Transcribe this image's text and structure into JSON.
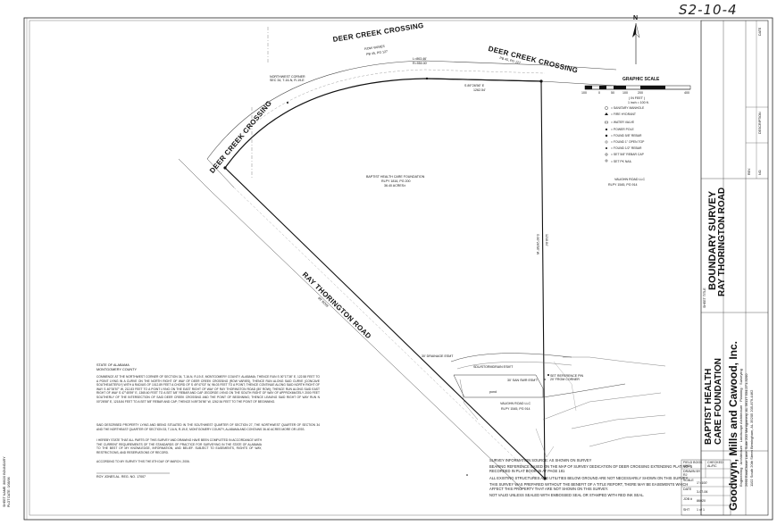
{
  "sheet_id": "S2-10-4",
  "roads": {
    "deer_creek_top": "DEER CREEK CROSSING",
    "deer_creek_top_row": "ROW VARIES",
    "deer_creek_top_pb": "PB 45, PG 127",
    "deer_creek_right": "DEER CREEK CROSSING",
    "deer_creek_right_pb": "PB 45, PG 127",
    "deer_creek_left": "DEER CREEK CROSSING",
    "ray_thorington": "RAY THORINGTON ROAD",
    "ray_thorington_row": "80' ROW"
  },
  "parcels": {
    "main_owner": "BAPTIST HEALTH CARE FOUNDATION",
    "main_book": "RLPY 1816, PG 200",
    "main_acres": "36.40 ACRES±",
    "vaughn_east_owner": "VAUGHN ROAD LLC",
    "vaughn_east_book": "RLPY 1545, PG 914",
    "vaughn_south_owner": "VAUGHN ROAD LLC",
    "vaughn_south_book": "RLPY 1545, PG 914"
  },
  "callouts": {
    "southeast_corner": "SET REFERENCE PIN 20' FROM CORNER",
    "pond": "pond",
    "drainage": "30' DRAINAGE ESMT",
    "sewer": "SDU/STORMDRAIN ESM'T",
    "san_sewer": "30' SAN SWR ESM'T",
    "nw_corner": "NORTHWEST CORNER SEC 34, T-16-N, R-19-E",
    "bearing_east": "S 89°26'56\" E",
    "dist_east": "1262.54'",
    "bearing_south": "S 00°26'58\" W",
    "dist_south": "1218.84'",
    "arc_length": "L=863.46'",
    "radius": "R=950.00'"
  },
  "north_arrow_label": "N",
  "scale": {
    "title": "GRAPHIC SCALE",
    "labels": [
      "100",
      "0",
      "50",
      "100",
      "200",
      "400"
    ],
    "unit_note": "( IN FEET )",
    "ratio": "1 inch = 100 ft."
  },
  "legend": [
    "= SANITARY MANHOLE",
    "= FIRE HYDRANT",
    "= WATER VALVE",
    "= POWER POLE",
    "= FOUND 5/8\" REBAR",
    "= FOUND 1\" OPEN TOP",
    "= FOUND 1/2\" REBAR",
    "= SET 5/8\" REBAR CAP",
    "= SET PK NAIL"
  ],
  "description": {
    "state": "STATE OF ALABAMA",
    "county": "MONTGOMERY COUNTY",
    "body": "COMMENCE AT THE NORTHWEST CORNER OF SECTION 34, T-16-N, R-19-E, MONTGOMERY COUNTY, ALABAMA; THENCE RUN S 00°17'36\" E, 122.58 FEET TO A POINT LYING IN A CURVE ON THE NORTH RIGHT OF WAY OF DEER CREEK CROSSING (ROW VARIES), THENCE RUN ALONG SAID CURVE (CONCAVE SOUTHEASTERLY) WITH A RADIUS OF 1012.89 FEET A CHORD OF S 49°47'03\" W, 96.03 FEET TO A POINT; THENCE CONTINUE ALONG SAID NORTH RIGHT OF WAY S 40°00'57\" W, 212.83 FEET TO A POINT LYING ON THE EAST RIGHT OF WAY OF RAY THORINGTON ROAD (80' ROW); THENCE RUN ALONG SAID EAST RIGHT OF WAY S 47°45'59\" E, 1365.60 FEET TO A SET 5/8\" REBAR AND CAP JEGORGE LYING ON THE SOUTH RIGHT OF WAY OF APPROXIMATELY 2000 FEET SOUTHERLY OF THE INTERSECTION OF SAID DEER CREEK CROSSING AND THE POINT OF BEGINNING; THENCE LEAVING SAID RIGHT OF WAY RUN N 00°26'58\" E, 1218.84 FEET TO A SET 5/8\" REBAR AND CAP; THENCE N 89°26'56\" W, 1262.54 FEET TO THE POINT OF BEGINNING.",
    "closing": "SAID DESCRIBED PROPERTY LYING AND BEING SITUATED IN THE SOUTHWEST QUARTER OF SECTION 27, THE NORTHWEST QUARTER OF SECTION 34 AND THE NORTHEAST QUARTER OF SECTION 33, T-16-N, R-19-E, MONTGOMERY COUNTY, ALABAMA AND CONTAINS 36.40 ACRES MORE OR LESS.",
    "certification": "I HEREBY STATE THAT ALL PARTS OF THIS SURVEY AND DRAWING HAVE BEEN COMPLETED IN ACCORDANCE WITH THE CURRENT REQUIREMENTS OF THE STANDARDS OF PRACTICE FOR SURVEYING IN THE STATE OF ALABAMA TO THE BEST OF MY KNOWLEDGE, INFORMATION, AND BELIEF. SUBJECT TO EASEMENTS, RIGHTS OF WAY, RESTRICTIONS, AND RESERVATIONS OF RECORD.",
    "according": "ACCORDING TO MY SURVEY THIS THE 8TH DAY OF MARCH, 2006.",
    "signature": "ROY JONES     AL. REG. NO. 17007"
  },
  "survey_notes": [
    "SURVEY INFORMATION SOURCE: AS SHOWN ON SURVEY",
    "BEARING REFERENCE BASED ON THE MAP OF SURVEY DEDICATION OF DEER CROSSING EXTENDING PLAT NO. 5 RECORDED IN PLAT BOOK 45 AT PAGE 181",
    "ALL EXISTING STRUCTURES AND UTILITIES BELOW GROUND ARE NOT NECESSARILY SHOWN ON THIS SURVEY.",
    "THIS SURVEY WAS PREPARED WITHOUT THE BENEFIT OF A TITLE REPORT, THERE MAY BE EASEMENTS WHICH AFFECT THIS PROPERTY THAT ARE NOT SHOWN ON THIS SURVEY.",
    "NOT VALID UNLESS SEALED WITH EMBOSSED SEAL OR STAMPED WITH RED INK SEAL."
  ],
  "title_block": {
    "client_line1": "BAPTIST HEALTH",
    "client_line2": "CARE FOUNDATION",
    "project_label": "SHEET TITLE",
    "title_line1": "BOUNDARY SURVEY",
    "title_line2": "RAY THORINGTON ROAD",
    "firm": "Goodwyn, Mills and Cawood, Inc.",
    "firm_services": "Engineering · Architecture · Landscape Architecture · Planning · Surveying",
    "addr1": "2660 EastChase Lane, Suite 200  Montgomery, AL 36117   334-271-3200",
    "addr2": "1102 South 20th Street  Birmingham, AL 35205   205-879-4462",
    "field_book_label": "FIELD BOOK",
    "field_book": "1088",
    "drawn_label": "DRAWN BY",
    "drawn": "RJ",
    "checked_label": "CHECKED",
    "checked": "AL/RC",
    "scale_label": "SCALE",
    "scale": "1\"=100'",
    "date_label": "DATE",
    "date": "3-07-06",
    "job_label": "JOB #",
    "job": "86020",
    "sheet_label": "SHT",
    "sheet": "1 of 1",
    "rev_no": "NO.",
    "rev_desc": "DESCRIPTION",
    "rev_date": "DATE",
    "rev_label": "REV."
  },
  "left_margin": {
    "note1": "SHEET NAME: 86020 BOUNDARY",
    "note2": "PLOT DATE: 3/08/06"
  }
}
